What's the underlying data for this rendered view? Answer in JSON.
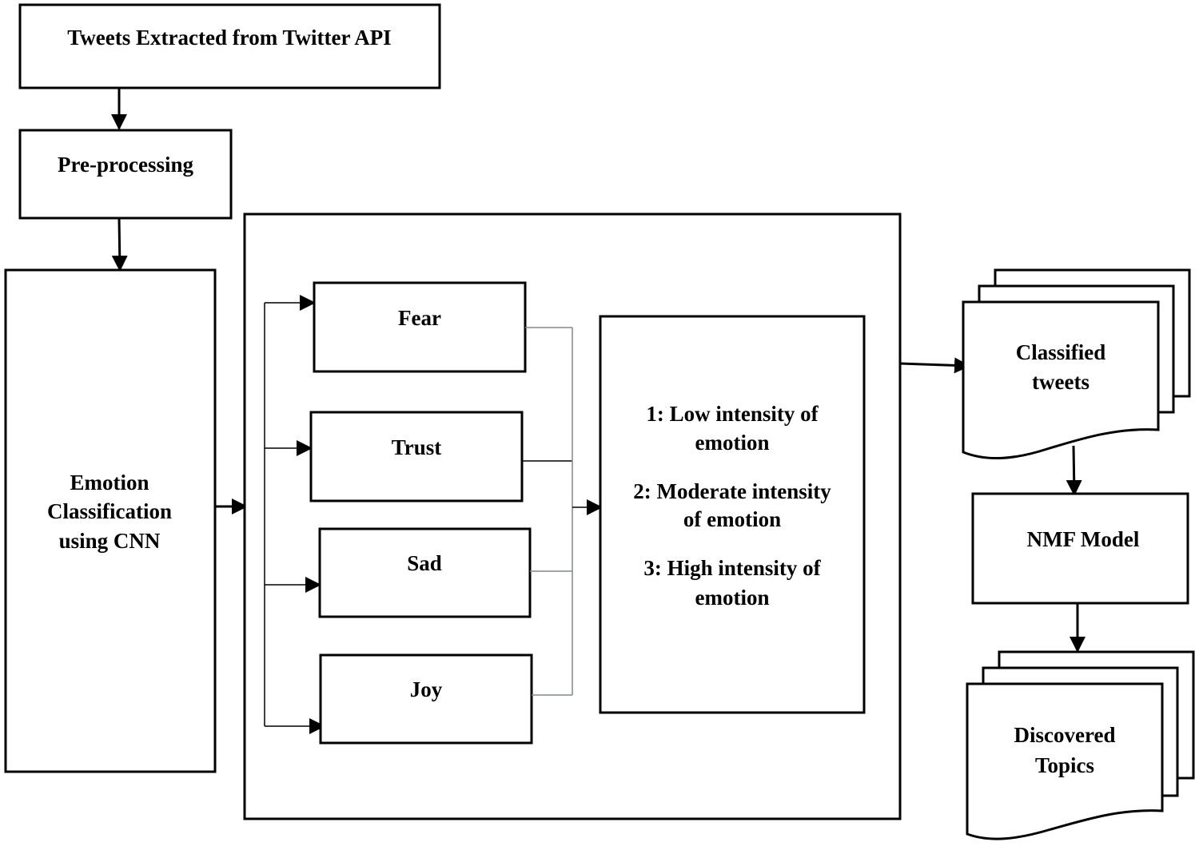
{
  "nodes": {
    "tweets_extracted": "Tweets Extracted from Twitter API",
    "preprocessing": "Pre-processing",
    "emotion_classification": [
      "Emotion",
      "Classification",
      "using CNN"
    ],
    "fear": "Fear",
    "trust": "Trust",
    "sad": "Sad",
    "joy": "Joy",
    "intensity": {
      "low": [
        "1: Low intensity of",
        "emotion"
      ],
      "moderate": [
        "2: Moderate intensity",
        "of emotion"
      ],
      "high": [
        "3: High intensity of",
        "emotion"
      ]
    },
    "classified_tweets": [
      "Classified",
      "tweets"
    ],
    "nmf_model": "NMF Model",
    "discovered_topics": [
      "Discovered",
      "Topics"
    ]
  }
}
